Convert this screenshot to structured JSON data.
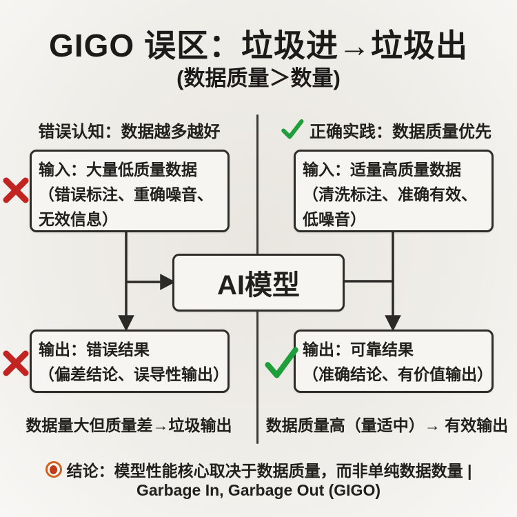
{
  "page": {
    "title": "GIGO 误区：垃圾进→垃圾出",
    "subtitle": "(数据质量＞数量)"
  },
  "left_column": {
    "header": "错误认知：数据越多越好",
    "input_box": {
      "lines": [
        "输入：大量低质量数据",
        "（错误标注、重确噪音、",
        "无效信息）"
      ]
    },
    "output_box": {
      "lines": [
        "输出：错误结果",
        "（偏差结论、误导性输出）"
      ]
    },
    "summary": "数据量大但质量差→垃圾输出"
  },
  "right_column": {
    "header": "正确实践：数据质量优先",
    "input_box": {
      "lines": [
        "输入：适量高质量数据",
        "（清洗标注、准确有效、",
        "低噪音）"
      ]
    },
    "output_box": {
      "lines": [
        "输出：可靠结果",
        "（准确结论、有价值输出）"
      ]
    },
    "summary": "数据质量高（量适中）→ 有效输出"
  },
  "model_box": {
    "label": "AI模型"
  },
  "conclusion": {
    "line1": "结论：模型性能核心取决于数据质量，而非单纯数据数量 |",
    "line2": "Garbage In, Garbage Out (GIGO)"
  },
  "colors": {
    "red": "#c12521",
    "green": "#1f9e3c",
    "ink": "#21201d",
    "box_border": "#2e2d2a",
    "orange_ring": "#d2611e",
    "orange_core": "#c03a1a"
  }
}
